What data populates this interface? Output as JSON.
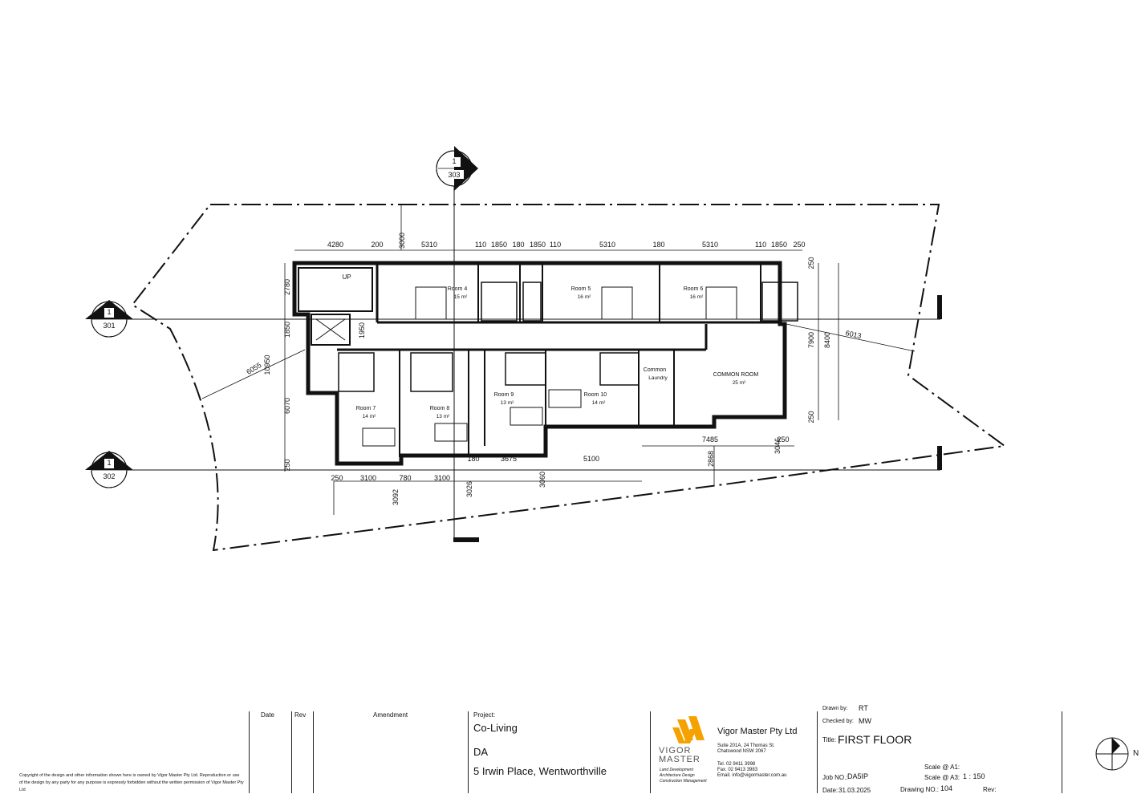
{
  "plan": {
    "dimensions_top": [
      "4280",
      "200",
      "3000",
      "5310",
      "110",
      "1850",
      "180",
      "1850",
      "110",
      "5310",
      "180",
      "5310",
      "110",
      "1850",
      "250"
    ],
    "dimensions_left": [
      "2780",
      "1850",
      "10950",
      "6070",
      "250",
      "6055",
      "1950"
    ],
    "dimensions_right": [
      "250",
      "7900",
      "8400",
      "250",
      "6013",
      "3046",
      "250",
      "7485",
      "2868"
    ],
    "dimensions_bottom": [
      "250",
      "3100",
      "780",
      "3100",
      "180",
      "3675",
      "5100",
      "3092",
      "3026",
      "3060"
    ],
    "rooms": [
      {
        "name": "Room  4",
        "area": "15 m²"
      },
      {
        "name": "Room  5",
        "area": "16 m²"
      },
      {
        "name": "Room  6",
        "area": "16 m²"
      },
      {
        "name": "Room  7",
        "area": "14 m²"
      },
      {
        "name": "Room  8",
        "area": "13 m²"
      },
      {
        "name": "Room  9",
        "area": "13 m²"
      },
      {
        "name": "Room 10",
        "area": "14 m²"
      },
      {
        "name": "COMMON ROOM",
        "area": "25 m²"
      },
      {
        "name": "Common",
        "area": "Laundry"
      }
    ],
    "stair_label": "UP",
    "section_markers": [
      {
        "top": "1",
        "bottom": "303"
      },
      {
        "top": "1",
        "bottom": "301"
      },
      {
        "top": "1",
        "bottom": "302"
      }
    ]
  },
  "title_block": {
    "copyright": "Copyright of the design and other information shown here is owned by Vigor Master Pty Ltd.  Reproduction or use of the design by any party for any purpose is expressly forbidden without the written permission of Vigor Master Pty Ltd",
    "col_date": "Date",
    "col_rev": "Rev",
    "col_amendment": "Amendment",
    "project_label": "Project:",
    "project_name": "Co-Living",
    "project_stage": "DA",
    "project_address": "5 Irwin Place, Wentworthville",
    "company_name": "Vigor Master Pty Ltd",
    "logo_word1": "VIGOR",
    "logo_word2": "MASTER",
    "logo_tag1": "Land Development",
    "logo_tag2": "Architecture Design",
    "logo_tag3": "Construction Management",
    "company_addr1": "Suite 201A, 24 Thomas St.",
    "company_addr2": "Chatswood NSW 2067",
    "company_tel": "Tel.  02 9411 3998",
    "company_fax": "Fax.  02 9413 3983",
    "company_email": "Email. info@vigormaster.com.au",
    "drawn_by_label": "Drawn by:",
    "drawn_by": "RT",
    "checked_by_label": "Checked by:",
    "checked_by": "MW",
    "title_label": "Title:",
    "title": "FIRST FLOOR",
    "job_no_label": "Job NO.:",
    "job_no": "DA5IP",
    "scale_a1_label": "Scale @ A1:",
    "scale_a3_label": "Scale @ A3:",
    "scale_a3": "1 : 150",
    "date_label": "Date:",
    "date": "31.03.2025",
    "drawing_no_label": "Drawing NO.:",
    "drawing_no": "104",
    "rev_label": "Rev:",
    "north_label": "N"
  },
  "colors": {
    "line": "#111111",
    "logo_orange": "#f5a100",
    "logo_grey": "#666666"
  }
}
